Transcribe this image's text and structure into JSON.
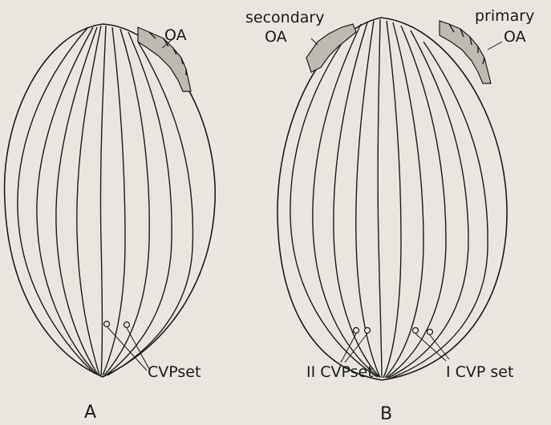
{
  "figure": {
    "panel_a": {
      "letter": "A",
      "oa_label": "OA",
      "cvp_label": "CVPset"
    },
    "panel_b": {
      "letter": "B",
      "secondary_label": "secondary",
      "secondary_oa_label": "OA",
      "primary_label": "primary",
      "primary_oa_label": "OA",
      "cvp_ii_label": "II CVPset",
      "cvp_i_label": "I CVP set"
    }
  }
}
